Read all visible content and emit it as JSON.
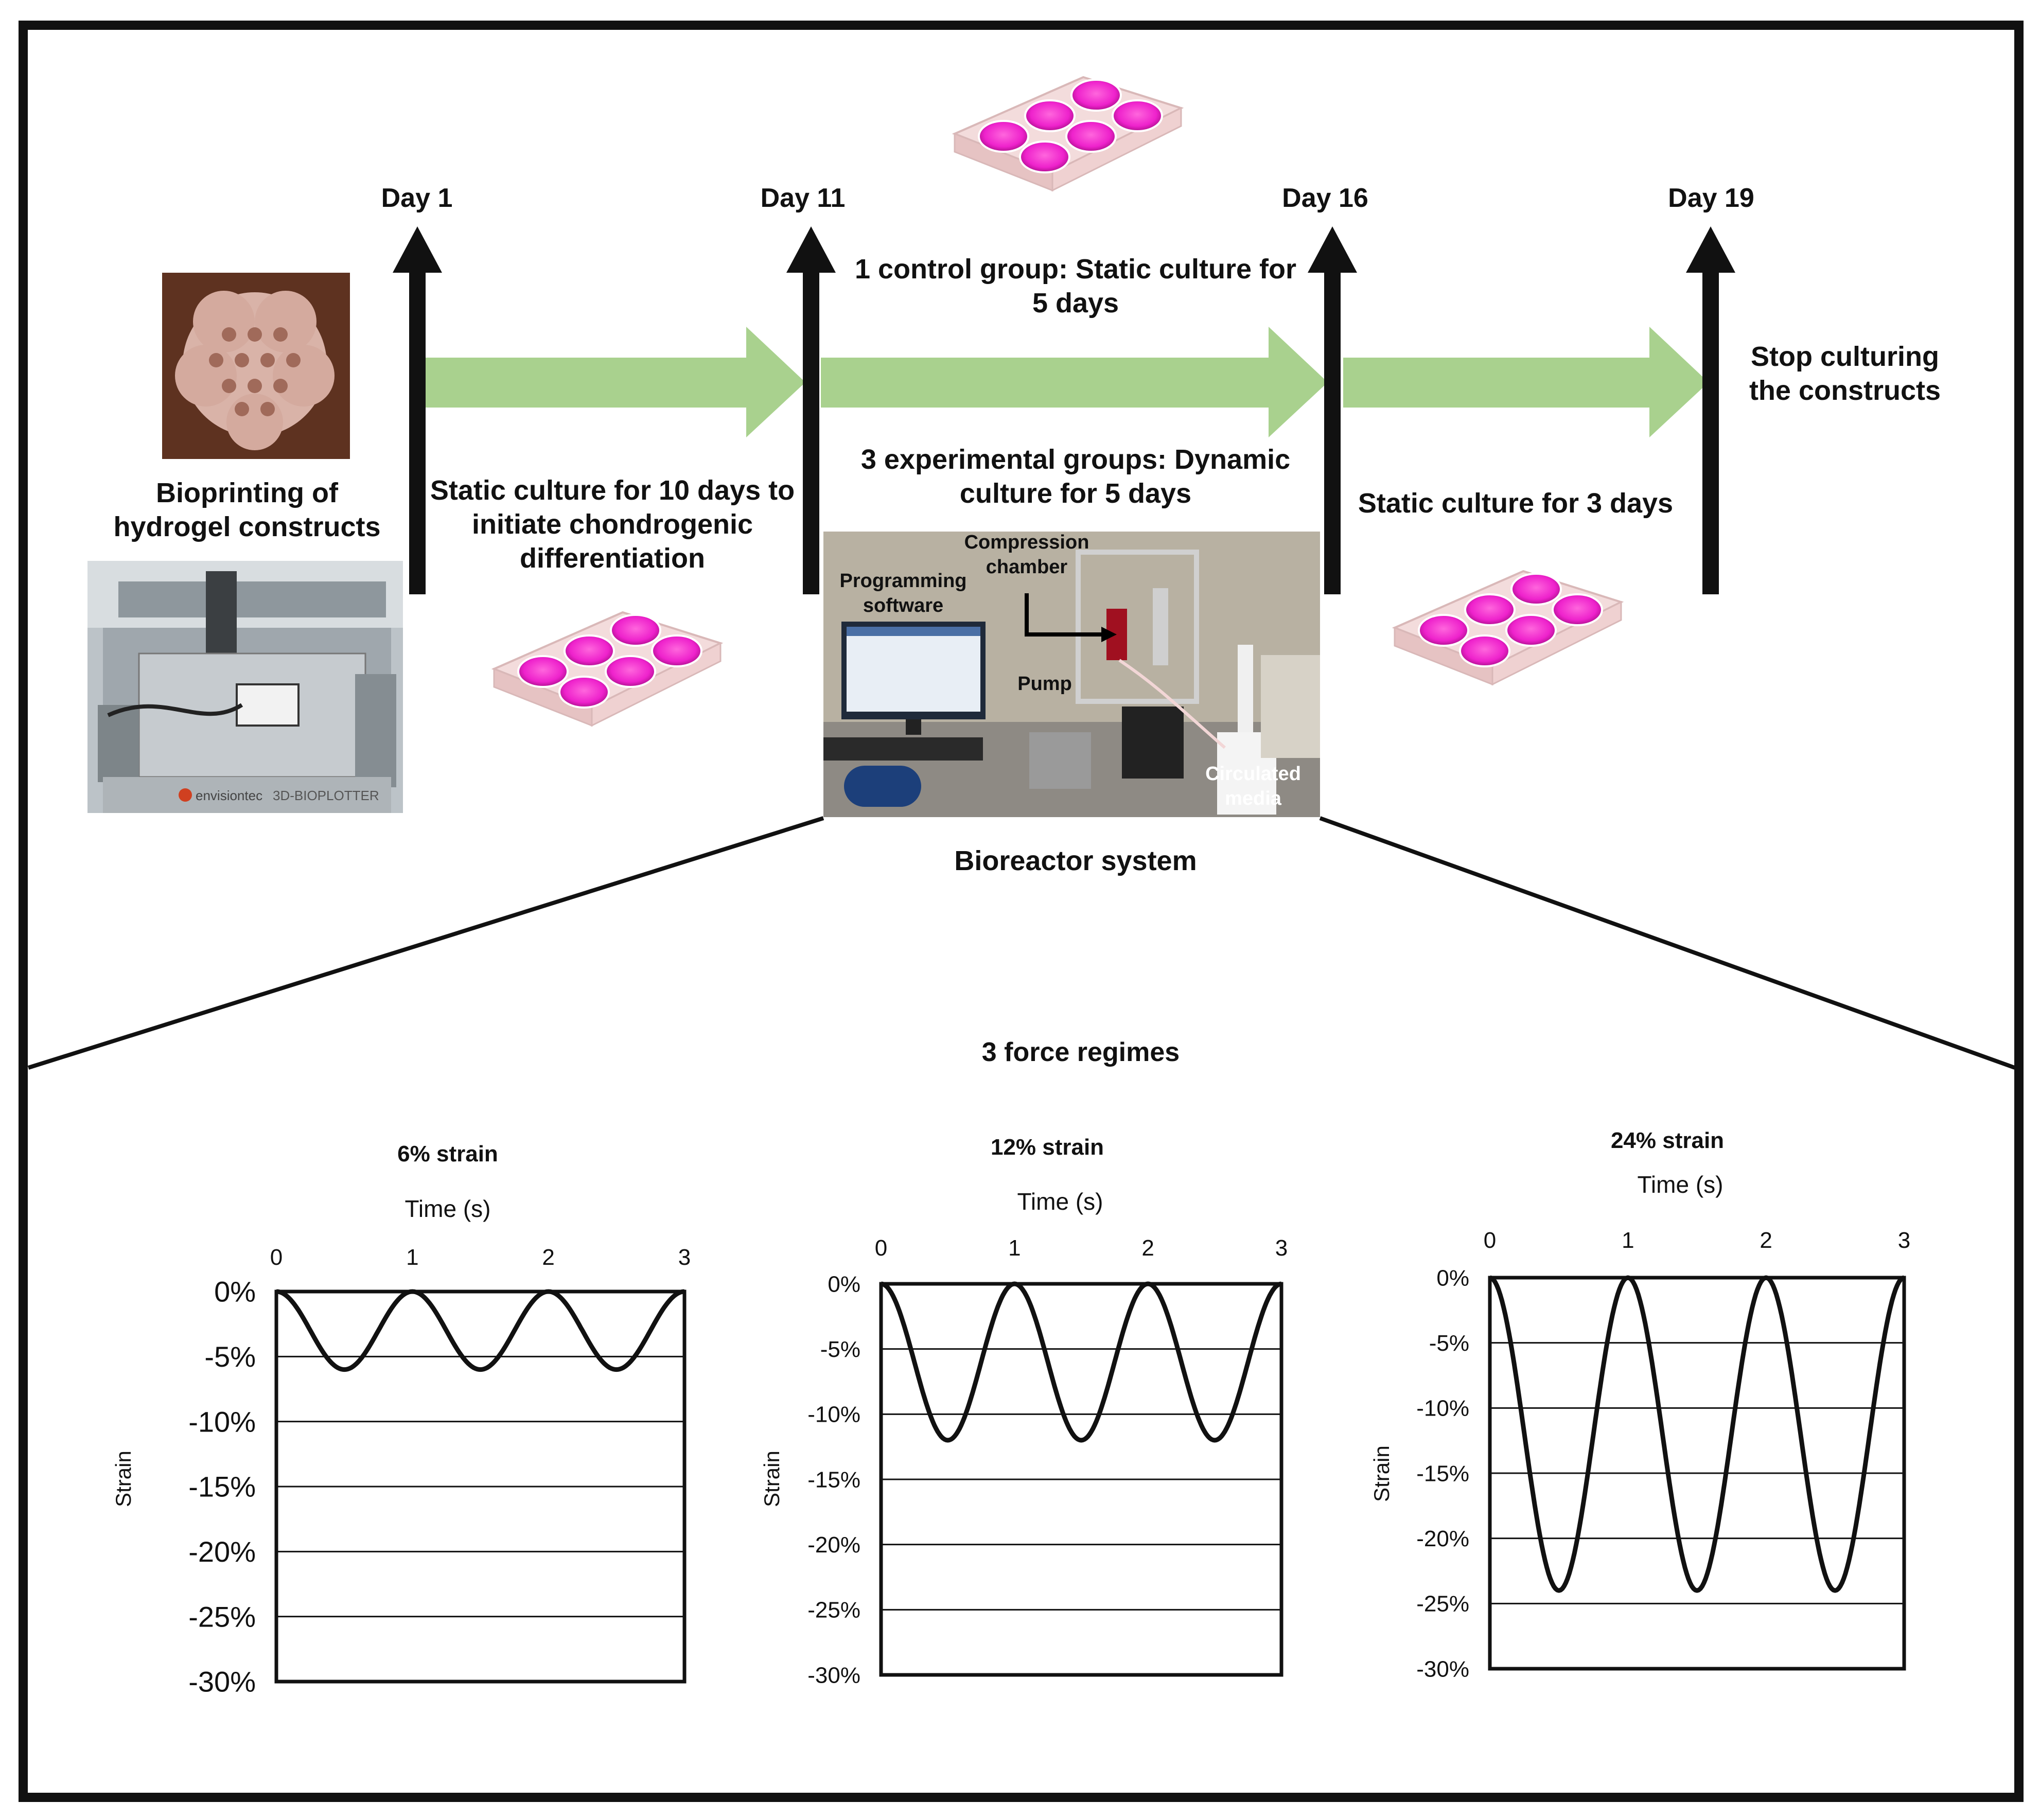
{
  "timeline": {
    "days": [
      "Day 1",
      "Day 11",
      "Day 16",
      "Day 19"
    ],
    "bioprinting_label": "Bioprinting of hydrogel constructs",
    "static_10_label": "Static culture for 10 days to initiate chondrogenic differentiation",
    "control_label": "1 control group: Static culture for 5 days",
    "experimental_label": "3 experimental groups: Dynamic culture for 5 days",
    "static_3_label": "Static culture for 3 days",
    "stop_label": "Stop culturing the constructs",
    "bioreactor_label": "Bioreactor system",
    "arrow_color": "#a9d18e"
  },
  "bioreactor_photo": {
    "compression_chamber": "Compression chamber",
    "programming_software": "Programming software",
    "pump": "Pump",
    "circulated_media": "Circulated media"
  },
  "printer_photo": {
    "brand": "envisiontec",
    "model": "3D-BIOPLOTTER"
  },
  "force_section_title": "3 force regimes",
  "chart_data": [
    {
      "type": "line",
      "title": "6% strain",
      "xlabel": "Time (s)",
      "ylabel": "Strain",
      "x_ticks": [
        "0",
        "1",
        "2",
        "3"
      ],
      "y_ticks": [
        "0%",
        "-5%",
        "-10%",
        "-15%",
        "-20%",
        "-25%",
        "-30%"
      ],
      "xlim": [
        0,
        3
      ],
      "ylim": [
        -30,
        0
      ],
      "x_axis_position": "top",
      "grid": true,
      "series": [
        {
          "amplitude_percent": 6,
          "cycles": 3,
          "x": [
            0,
            0.5,
            1,
            1.5,
            2,
            2.5,
            3
          ],
          "y": [
            0,
            -6,
            0,
            -6,
            0,
            -6,
            0
          ]
        }
      ]
    },
    {
      "type": "line",
      "title": "12% strain",
      "xlabel": "Time (s)",
      "ylabel": "Strain",
      "x_ticks": [
        "0",
        "1",
        "2",
        "3"
      ],
      "y_ticks": [
        "0%",
        "-5%",
        "-10%",
        "-15%",
        "-20%",
        "-25%",
        "-30%"
      ],
      "xlim": [
        0,
        3
      ],
      "ylim": [
        -30,
        0
      ],
      "x_axis_position": "top",
      "grid": true,
      "series": [
        {
          "amplitude_percent": 12,
          "cycles": 3,
          "x": [
            0,
            0.5,
            1,
            1.5,
            2,
            2.5,
            3
          ],
          "y": [
            0,
            -12,
            0,
            -12,
            0,
            -12,
            0
          ]
        }
      ]
    },
    {
      "type": "line",
      "title": "24% strain",
      "xlabel": "Time (s)",
      "ylabel": "Strain",
      "x_ticks": [
        "0",
        "1",
        "2",
        "3"
      ],
      "y_ticks": [
        "0%",
        "-5%",
        "-10%",
        "-15%",
        "-20%",
        "-25%",
        "-30%"
      ],
      "xlim": [
        0,
        3
      ],
      "ylim": [
        -30,
        0
      ],
      "x_axis_position": "top",
      "grid": true,
      "series": [
        {
          "amplitude_percent": 24,
          "cycles": 3,
          "x": [
            0,
            0.5,
            1,
            1.5,
            2,
            2.5,
            3
          ],
          "y": [
            0,
            -24,
            0,
            -24,
            0,
            -24,
            0
          ]
        }
      ]
    }
  ]
}
